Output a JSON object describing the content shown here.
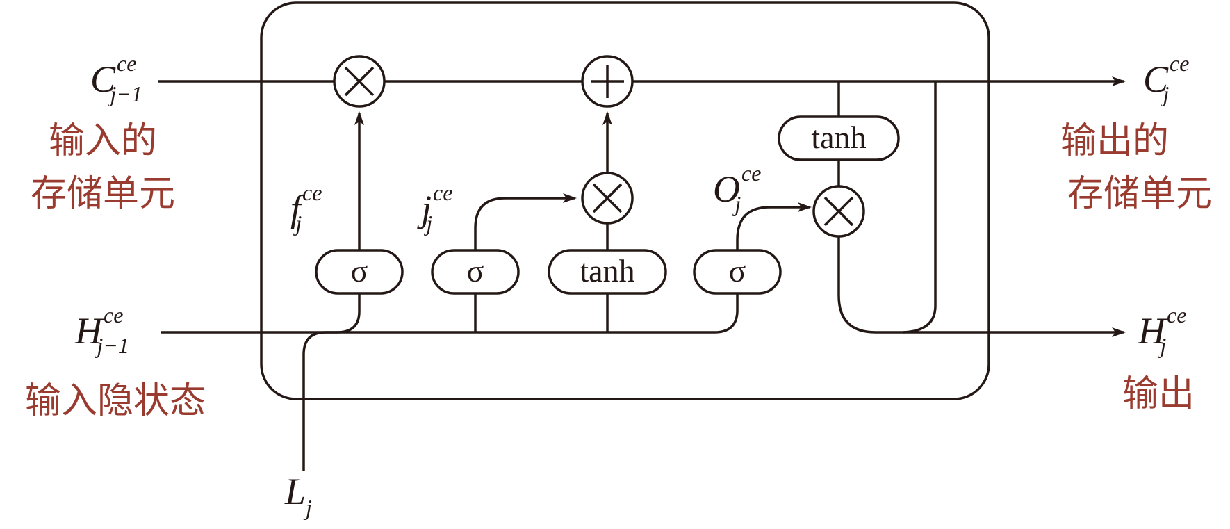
{
  "diagram": {
    "colors": {
      "ink": "#231815",
      "label_red": "#9a3b2f",
      "background": "#ffffff"
    },
    "variables": {
      "c_prev": {
        "base": "C",
        "sup": "ce",
        "sub": "j−1"
      },
      "c_next": {
        "base": "C",
        "sup": "ce",
        "sub": "j"
      },
      "h_prev": {
        "base": "H",
        "sup": "ce",
        "sub": "j−1"
      },
      "h_next": {
        "base": "H",
        "sup": "ce",
        "sub": "j"
      },
      "forget_gate": {
        "base": "f",
        "sup": "ce",
        "sub": "j"
      },
      "input_gate": {
        "base": "j",
        "sup": "ce",
        "sub": "j"
      },
      "output_gate": {
        "base": "O",
        "sup": "ce",
        "sub": "j"
      },
      "input_l": {
        "base": "L",
        "sub": "j"
      }
    },
    "functions": {
      "sigma_1": "σ",
      "sigma_2": "σ",
      "tanh_1": "tanh",
      "sigma_3": "σ",
      "tanh_2": "tanh"
    },
    "annotations": {
      "input_cell_line1": "输入的",
      "input_cell_line2": "存储单元",
      "output_cell_line1": "输出的",
      "output_cell_line2": "存储单元",
      "input_hidden": "输入隐状态",
      "output": "输出"
    },
    "operators": {
      "multiply": "multiply-operator",
      "add": "add-operator"
    }
  }
}
